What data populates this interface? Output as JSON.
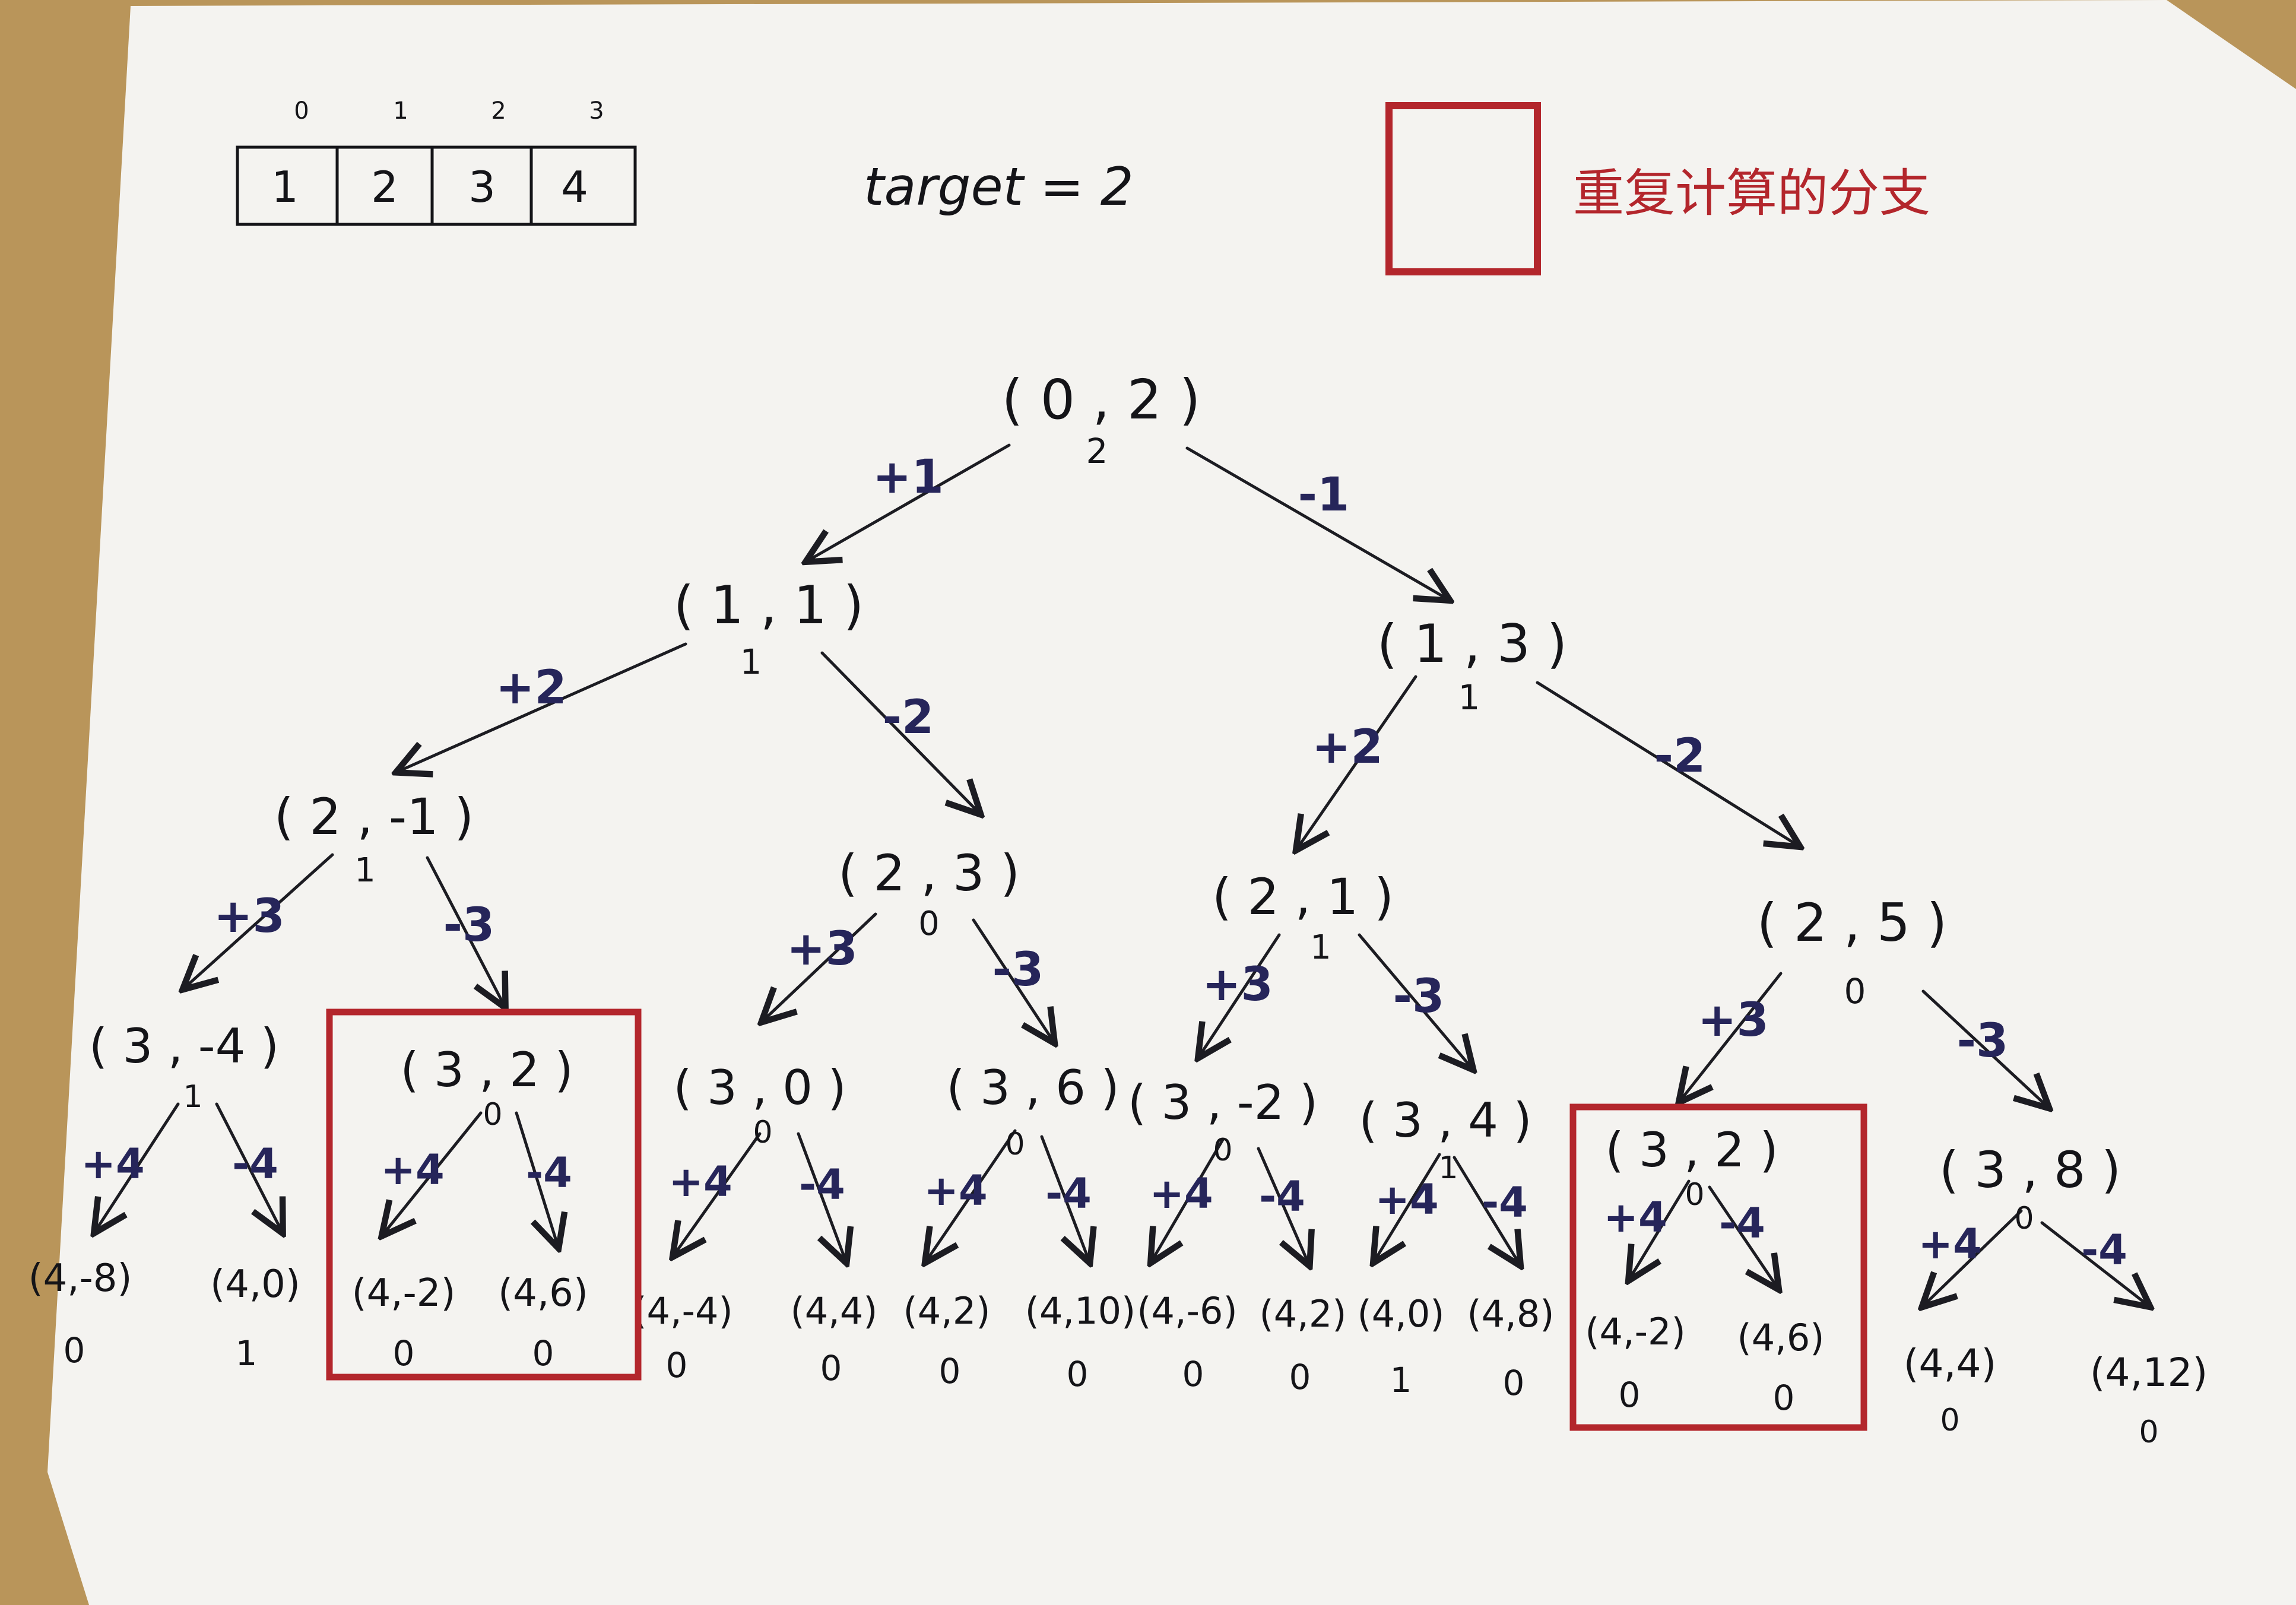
{
  "array": {
    "indices": [
      "0",
      "1",
      "2",
      "3"
    ],
    "values": [
      "1",
      "2",
      "3",
      "4"
    ]
  },
  "target_label": "target = 2",
  "legend": {
    "text": "重复计算的分支",
    "color": "#b3262c"
  },
  "colors": {
    "paper": "#f4f3f0",
    "background": "#b9955a",
    "ink": "#141418",
    "op_ink": "#26255a",
    "highlight": "#b3262c"
  },
  "nodes": {
    "root": {
      "label": "( 0 , 2 )",
      "count": "2"
    },
    "l1a": {
      "label": "( 1 , 1 )",
      "count": "1"
    },
    "l1b": {
      "label": "( 1 , 3 )",
      "count": "1"
    },
    "l2a": {
      "label": "( 2 , -1 )",
      "count": "1"
    },
    "l2b": {
      "label": "( 2 , 3 )",
      "count": "0"
    },
    "l2c": {
      "label": "( 2 , 1 )",
      "count": "1"
    },
    "l2d": {
      "label": "( 2 , 5 )",
      "count": "0"
    },
    "l3a": {
      "label": "( 3 , -4 )",
      "count": "1"
    },
    "l3b": {
      "label": "( 3 , 2 )",
      "count": "0"
    },
    "l3c": {
      "label": "( 3 , 0 )",
      "count": "0"
    },
    "l3d": {
      "label": "( 3 , 6 )",
      "count": "0"
    },
    "l3e": {
      "label": "( 3 , -2 )",
      "count": "0"
    },
    "l3f": {
      "label": "( 3 , 4 )",
      "count": "1"
    },
    "l3g": {
      "label": "( 3 , 2 )",
      "count": "0"
    },
    "l3h": {
      "label": "( 3 , 8 )",
      "count": "0"
    },
    "l4_1": {
      "label": "(4,-8)",
      "count": "0"
    },
    "l4_2": {
      "label": "(4,0)",
      "count": "1"
    },
    "l4_3": {
      "label": "(4,-2)",
      "count": "0"
    },
    "l4_4": {
      "label": "(4,6)",
      "count": "0"
    },
    "l4_5": {
      "label": "(4,-4)",
      "count": "0"
    },
    "l4_6": {
      "label": "(4,4)",
      "count": "0"
    },
    "l4_7": {
      "label": "(4,2)",
      "count": "0"
    },
    "l4_8": {
      "label": "(4,10)",
      "count": "0"
    },
    "l4_9": {
      "label": "(4,-6)",
      "count": "0"
    },
    "l4_10": {
      "label": "(4,2)",
      "count": "0"
    },
    "l4_11": {
      "label": "(4,0)",
      "count": "1"
    },
    "l4_12": {
      "label": "(4,8)",
      "count": "0"
    },
    "l4_13": {
      "label": "(4,-2)",
      "count": "0"
    },
    "l4_14": {
      "label": "(4,6)",
      "count": "0"
    },
    "l4_15": {
      "label": "(4,4)",
      "count": "0"
    },
    "l4_16": {
      "label": "(4,12)",
      "count": "0"
    }
  },
  "ops": {
    "plus1": "+1",
    "minus1": "-1",
    "plus2": "+2",
    "minus2": "-2",
    "plus3": "+3",
    "minus3": "-3",
    "plus4": "+4",
    "minus4": "-4"
  }
}
